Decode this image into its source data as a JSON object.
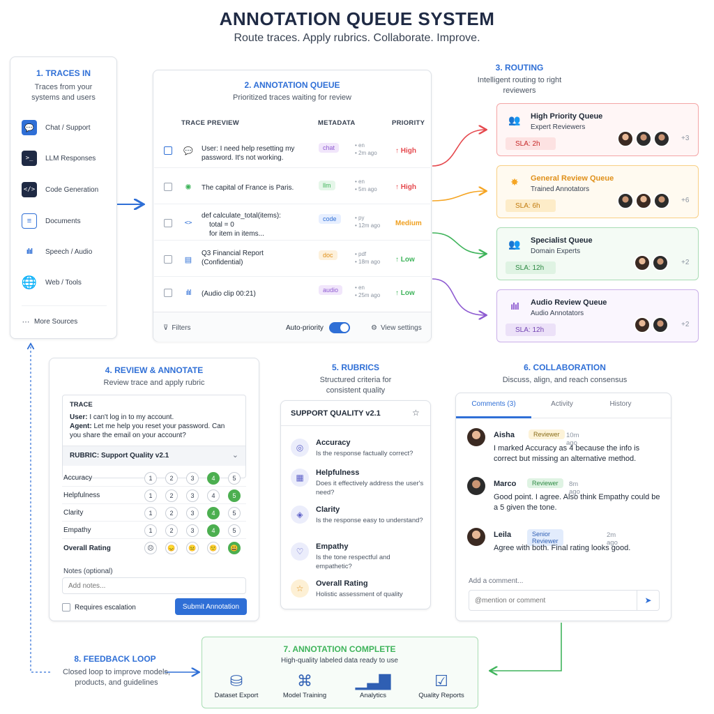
{
  "header": {
    "title": "ANNOTATION QUEUE SYSTEM",
    "subtitle": "Route traces. Apply rubrics. Collaborate. Improve."
  },
  "traces_in": {
    "title": "1. TRACES IN",
    "subtitle": "Traces from your systems and users",
    "sources": [
      {
        "label": "Chat / Support",
        "icon": "chat-icon"
      },
      {
        "label": "LLM Responses",
        "icon": "terminal-icon"
      },
      {
        "label": "Code Generation",
        "icon": "code-icon"
      },
      {
        "label": "Documents",
        "icon": "document-icon"
      },
      {
        "label": "Speech / Audio",
        "icon": "audio-wave-icon"
      },
      {
        "label": "Web / Tools",
        "icon": "globe-icon"
      },
      {
        "label": "More Sources",
        "icon": "more-icon"
      }
    ]
  },
  "queue": {
    "title": "2. ANNOTATION QUEUE",
    "subtitle": "Prioritized traces waiting for review",
    "columns": [
      "TRACE PREVIEW",
      "METADATA",
      "PRIORITY"
    ],
    "rows": [
      {
        "text": "User: I need help resetting my password. It's not working.",
        "tag": "chat",
        "meta1": "• en",
        "meta2": "• 2m ago",
        "priority": "↑ High"
      },
      {
        "text": "The capital of France is Paris.",
        "tag": "llm",
        "meta1": "• en",
        "meta2": "• 5m ago",
        "priority": "↑ High"
      },
      {
        "text1": "def calculate_total(items):",
        "text2": "total = 0",
        "text3": "for item in items...",
        "tag": "code",
        "meta1": "• py",
        "meta2": "• 12m ago",
        "priority": "Medium"
      },
      {
        "text": "Q3 Financial Report (Confidential)",
        "tag": "doc",
        "meta1": "• pdf",
        "meta2": "• 18m ago",
        "priority": "↑ Low"
      },
      {
        "text": "(Audio clip 00:21)",
        "tag": "audio",
        "meta1": "• en",
        "meta2": "• 25m ago",
        "priority": "↑ Low"
      }
    ],
    "filters": "Filters",
    "auto_priority": "Auto-priority",
    "view_settings": "View settings"
  },
  "routing": {
    "title": "3. ROUTING",
    "subtitle": "Intelligent routing to right reviewers",
    "queues": [
      {
        "name": "High Priority Queue",
        "sub": "Expert Reviewers",
        "sla": "SLA: 2h",
        "more": "+3",
        "color": "#e5484d"
      },
      {
        "name": "General Review Queue",
        "sub": "Trained Annotators",
        "sla": "SLA: 6h",
        "more": "+6",
        "color": "#f5a524"
      },
      {
        "name": "Specialist Queue",
        "sub": "Domain Experts",
        "sla": "SLA: 12h",
        "more": "+2",
        "color": "#3fb45b"
      },
      {
        "name": "Audio Review Queue",
        "sub": "Audio Annotators",
        "sla": "SLA: 12h",
        "more": "+2",
        "color": "#8e5bd1"
      }
    ]
  },
  "review": {
    "title": "4. REVIEW & ANNOTATE",
    "subtitle": "Review trace and apply rubric",
    "trace_label": "TRACE",
    "user_label": "User:",
    "user_text": "I can't log in to my account.",
    "agent_label": "Agent:",
    "agent_text": "Let me help you reset your password. Can you share the email on your account?",
    "rubric_label": "RUBRIC: Support Quality v2.1",
    "criteria": [
      {
        "label": "Accuracy",
        "score": 4
      },
      {
        "label": "Helpfulness",
        "score": 5
      },
      {
        "label": "Clarity",
        "score": 4
      },
      {
        "label": "Empathy",
        "score": 4
      }
    ],
    "scale": [
      "1",
      "2",
      "3",
      "4",
      "5"
    ],
    "overall_label": "Overall Rating",
    "overall_faces": [
      "☹",
      "😞",
      "😐",
      "🙂",
      "😃"
    ],
    "notes_label": "Notes (optional)",
    "notes_placeholder": "Add notes...",
    "escalation": "Requires escalation",
    "submit": "Submit Annotation"
  },
  "rubrics": {
    "title": "5. RUBRICS",
    "subtitle": "Structured criteria for consistent quality",
    "card_title": "SUPPORT QUALITY v2.1",
    "items": [
      {
        "name": "Accuracy",
        "desc": "Is the response factually correct?"
      },
      {
        "name": "Helpfulness",
        "desc": "Does it effectively address the user's need?"
      },
      {
        "name": "Clarity",
        "desc": "Is the response easy to understand?"
      },
      {
        "name": "Empathy",
        "desc": "Is the tone respectful and empathetic?"
      },
      {
        "name": "Overall Rating",
        "desc": "Holistic assessment of quality"
      }
    ]
  },
  "collab": {
    "title": "6. COLLABORATION",
    "subtitle": "Discuss, align, and reach consensus",
    "tabs": [
      "Comments (3)",
      "Activity",
      "History"
    ],
    "comments": [
      {
        "name": "Aisha",
        "role": "Reviewer",
        "time": "10m ago",
        "text": "I marked Accuracy as 4 because the info is correct but missing an alternative method."
      },
      {
        "name": "Marco",
        "role": "Reviewer",
        "time": "8m ago",
        "text": "Good point. I agree. Also think Empathy could be a 5 given the tone."
      },
      {
        "name": "Leila",
        "role": "Senior Reviewer",
        "time": "2m ago",
        "text": "Agree with both. Final rating looks good."
      }
    ],
    "add_label": "Add a comment...",
    "input_placeholder": "@mention or comment"
  },
  "complete": {
    "title": "7. ANNOTATION COMPLETE",
    "subtitle": "High-quality labeled data ready to use",
    "outputs": [
      "Dataset Export",
      "Model Training",
      "Analytics",
      "Quality Reports"
    ]
  },
  "feedback": {
    "title": "8. FEEDBACK LOOP",
    "subtitle": "Closed loop to improve models, products, and guidelines"
  }
}
